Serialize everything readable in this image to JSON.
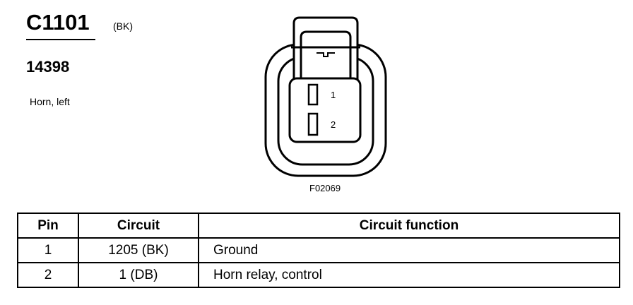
{
  "header": {
    "connector_id": "C1101",
    "color_code": "(BK)",
    "part_number": "14398",
    "description": "Horn, left"
  },
  "connector": {
    "pins": [
      {
        "number": "1"
      },
      {
        "number": "2"
      }
    ],
    "figure_id": "F02069"
  },
  "table": {
    "headers": {
      "pin": "Pin",
      "circuit": "Circuit",
      "function": "Circuit function"
    },
    "rows": [
      {
        "pin": "1",
        "circuit": "1205 (BK)",
        "function": "Ground"
      },
      {
        "pin": "2",
        "circuit": "1 (DB)",
        "function": "Horn relay, control"
      }
    ]
  }
}
